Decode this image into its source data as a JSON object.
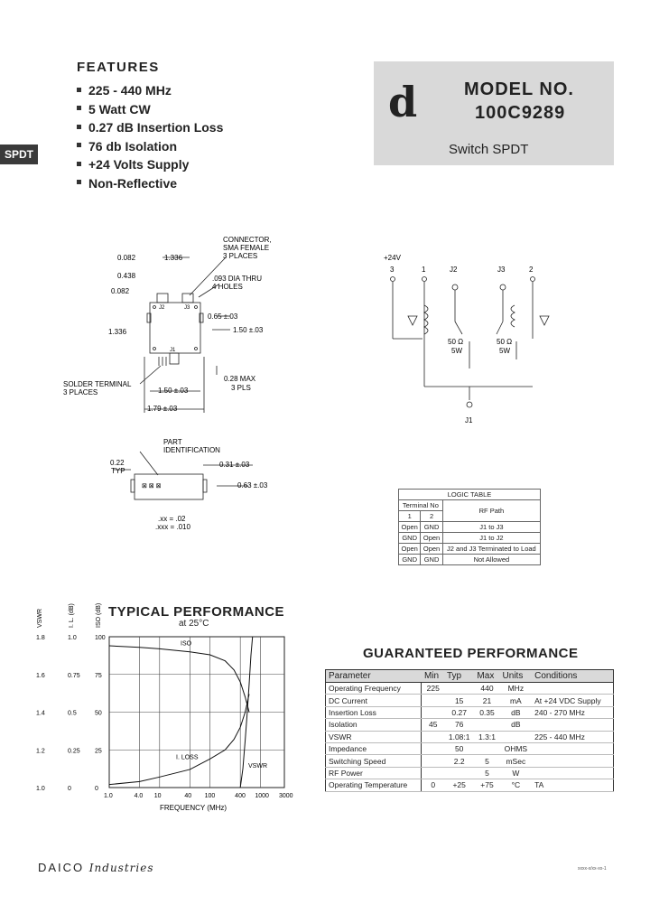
{
  "features": {
    "title": "FEATURES",
    "items": [
      "225 - 440 MHz",
      "5 Watt CW",
      "0.27 dB Insertion Loss",
      "76 db Isolation",
      "+24 Volts Supply",
      "Non-Reflective"
    ]
  },
  "side_tab": "SPDT",
  "model": {
    "logo": "d",
    "label": "MODEL NO.",
    "number": "100C9289",
    "description": "Switch SPDT"
  },
  "outline": {
    "connector_note": [
      "CONNECTOR,",
      "SMA FEMALE",
      "3 PLACES"
    ],
    "hole_note": [
      ".093 DIA THRU",
      "4 HOLES"
    ],
    "solder_note": [
      "SOLDER TERMINAL",
      "3 PLACES"
    ],
    "dims": {
      "d1": "0.082",
      "d2": "1.336",
      "d3": "0.438",
      "d4": "0.082",
      "d5": "0.65 ±.03",
      "d6": "1.336",
      "d7": "1.50 ±.03",
      "d8": "0.28 MAX",
      "d9": "3 PLS",
      "d10": "1.50 ±.03",
      "d11": "1.79 ±.03"
    },
    "port_labels": [
      "J2",
      "J3",
      "J1"
    ],
    "side_view": {
      "part_id": [
        "PART",
        "IDENTIFICATION"
      ],
      "d1": "0.22",
      "d1b": "TYP",
      "d2": "0.31 ±.03",
      "d3": "0.63 ±.03"
    },
    "tolerance": [
      ".xx = .02",
      ".xxx = .010"
    ]
  },
  "schematic": {
    "supply": "+24V",
    "pins": [
      "3",
      "1",
      "J2",
      "J3",
      "2"
    ],
    "load_left": [
      "50 Ω",
      "5W"
    ],
    "load_right": [
      "50 Ω",
      "5W"
    ],
    "j1": "J1"
  },
  "logic_table": {
    "title": "LOGIC TABLE",
    "header_terminal": "Terminal No",
    "header_rf": "RF Path",
    "header_cols": [
      "1",
      "2"
    ],
    "rows": [
      [
        "Open",
        "GND",
        "J1 to J3"
      ],
      [
        "GND",
        "Open",
        "J1 to J2"
      ],
      [
        "Open",
        "Open",
        "J2 and J3 Terminated to Load"
      ],
      [
        "GND",
        "GND",
        "Not Allowed"
      ]
    ]
  },
  "typical": {
    "title": "TYPICAL PERFORMANCE",
    "subtitle": "at 25°C"
  },
  "chart_data": {
    "type": "line",
    "title": "TYPICAL PERFORMANCE",
    "subtitle": "at 25°C",
    "xlabel": "FREQUENCY (MHz)",
    "x_scale": "log",
    "x_ticks": [
      "1.0",
      "4.0",
      "10",
      "40",
      "100",
      "400",
      "1000",
      "3000"
    ],
    "x_tick_values": [
      1,
      4,
      10,
      40,
      100,
      400,
      1000,
      3000
    ],
    "y_axes": [
      {
        "label": "VSWR",
        "ticks": [
          "1.8",
          "1.6",
          "1.4",
          "1.2",
          "1.0"
        ],
        "range": [
          1.0,
          1.8
        ]
      },
      {
        "label": "I. L. (dB)",
        "ticks": [
          "1.0",
          "0.75",
          "0.5",
          "0.25",
          "0"
        ],
        "range": [
          0,
          1.0
        ]
      },
      {
        "label": "ISO (dB)",
        "ticks": [
          "100",
          "75",
          "50",
          "25",
          "0"
        ],
        "range": [
          0,
          100
        ]
      }
    ],
    "series": [
      {
        "name": "ISO",
        "axis": 2,
        "x": [
          1,
          4,
          10,
          40,
          100,
          200,
          300,
          400,
          500,
          600
        ],
        "y": [
          94,
          93,
          92,
          90,
          88,
          84,
          78,
          70,
          60,
          50
        ]
      },
      {
        "name": "I. LOSS",
        "axis": 1,
        "x": [
          1,
          4,
          10,
          40,
          100,
          200,
          300,
          400,
          500,
          600
        ],
        "y": [
          0.02,
          0.04,
          0.07,
          0.12,
          0.19,
          0.25,
          0.32,
          0.4,
          0.5,
          0.62
        ]
      },
      {
        "name": "VSWR",
        "axis": 0,
        "x": [
          400,
          450,
          500,
          550,
          600,
          650,
          700
        ],
        "y": [
          1.0,
          1.1,
          1.25,
          1.4,
          1.55,
          1.7,
          1.8
        ]
      }
    ]
  },
  "guaranteed": {
    "title": "GUARANTEED PERFORMANCE",
    "headers": [
      "Parameter",
      "Min",
      "Typ",
      "Max",
      "Units",
      "Conditions"
    ],
    "rows": [
      [
        "Operating Frequency",
        "225",
        "",
        "440",
        "MHz",
        ""
      ],
      [
        "DC Current",
        "",
        "15",
        "21",
        "mA",
        "At +24 VDC Supply"
      ],
      [
        "Insertion Loss",
        "",
        "0.27",
        "0.35",
        "dB",
        "240 - 270 MHz"
      ],
      [
        "Isolation",
        "45",
        "76",
        "",
        "dB",
        ""
      ],
      [
        "VSWR",
        "",
        "1.08:1",
        "1.3:1",
        "",
        "225 - 440 MHz"
      ],
      [
        "Impedance",
        "",
        "50",
        "",
        "OHMS",
        ""
      ],
      [
        "Switching Speed",
        "",
        "2.2",
        "5",
        "mSec",
        ""
      ],
      [
        "RF Power",
        "",
        "",
        "5",
        "W",
        ""
      ],
      [
        "Operating Temperature",
        "0",
        "+25",
        "+75",
        "°C",
        "TA"
      ]
    ]
  },
  "footer": {
    "brand": "DAICO",
    "brand_suffix": "Industries",
    "code": "xxxx-x/xx-xx-1"
  }
}
